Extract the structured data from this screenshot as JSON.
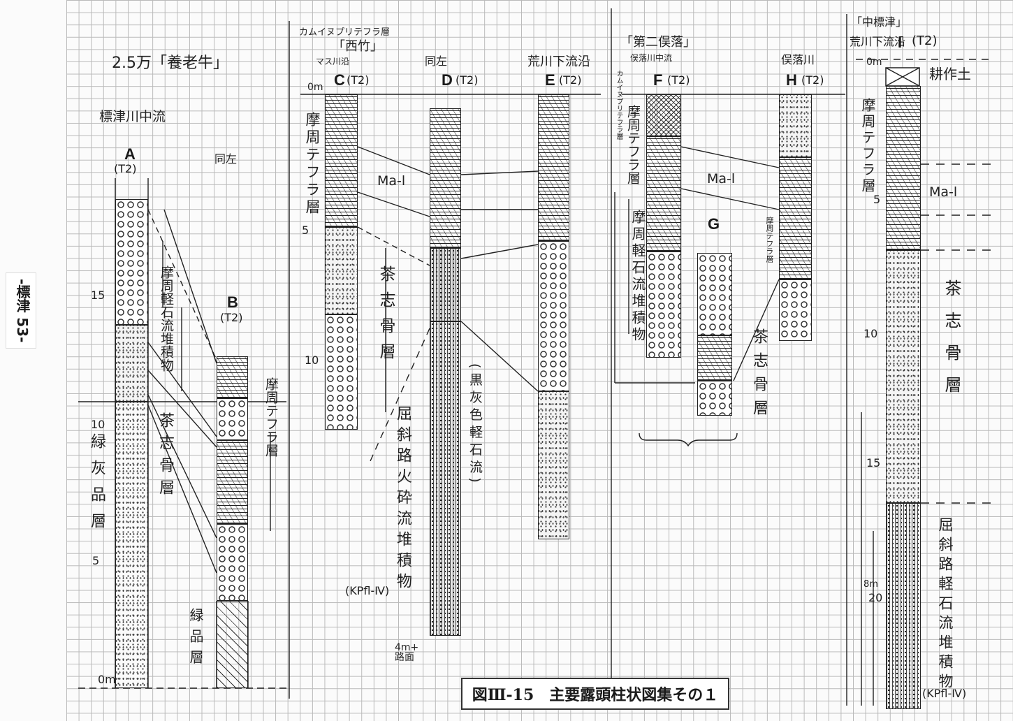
{
  "side_tag": "-標津 53-",
  "caption": "図Ⅲ-15　主要露頭柱状図集その１",
  "section_a": {
    "header_top": "2.5万「養老牛」",
    "header_sub": "標津川中流",
    "same_left": "同左",
    "col_a": {
      "label": "A",
      "code": "(T2)"
    },
    "col_b": {
      "label": "B",
      "code": "(T2)"
    },
    "depth_15": "15",
    "depth_10": "10",
    "depth_5": "5",
    "depth_0": "0m",
    "unit_mashu_pumice": "摩周軽石流堆積物",
    "unit_mashu_tephra": "摩周テフラ層",
    "unit_chashi": "茶志骨層",
    "unit_shikoku_a": "緑灰品層",
    "unit_shikoku_b": "緑品層"
  },
  "section_b": {
    "note_kamui": "カムイヌプリテフラ層",
    "note_nishitake": "「西竹」",
    "note_masu": "マス川沿",
    "col_c": {
      "label": "C",
      "code": "(T2)"
    },
    "col_d": {
      "label": "D",
      "code": "(T2)"
    },
    "col_e": {
      "label": "E",
      "code": "(T2)"
    },
    "same_left": "同左",
    "note_arakawa": "荒川下流沿",
    "depth_0": "0m",
    "depth_5": "5",
    "depth_10": "10",
    "unit_mashu_tephra": "摩周テフラ層",
    "marker_mal": "Ma-l",
    "unit_chashi": "茶志骨層",
    "unit_kussharo": "屈斜路火砕流堆積物",
    "unit_kpfl_code": "(KPfl-Ⅳ)",
    "unit_black_pumice": "(黒灰色軽石流)",
    "road_note": "4m+ 路面"
  },
  "section_c": {
    "note_daini": "「第二俣落」",
    "note_daini_sub": "俣落川中流",
    "note_kamui": "カムイヌプリテフラ層",
    "col_f": {
      "label": "F",
      "code": "(T2)"
    },
    "col_g": {
      "label": "G"
    },
    "col_h": {
      "label": "H",
      "code": "(T2)"
    },
    "note_mataochi": "俣落川",
    "marker_mal": "Ma-l",
    "unit_mashu_tephra": "摩周テフラ層",
    "unit_mashu_pumice": "摩周軽石流堆積物",
    "unit_chashi": "茶志骨層",
    "unit_mashu_side": "摩周テフラ層"
  },
  "section_d": {
    "note_nakashibetsu": "「中標津」",
    "note_arakawa": "荒川下流沿",
    "col_i": {
      "label": "I",
      "code": "(T2)"
    },
    "depth_0": "0m",
    "depth_5": "5",
    "depth_10": "10",
    "depth_15": "15",
    "depth_20": "20",
    "depth_8m": "8m",
    "unit_topsoil": "耕作土",
    "unit_mashu_tephra": "摩周テフラ層",
    "marker_mal": "Ma-l",
    "unit_chashi": "茶志骨層",
    "unit_kussharo": "屈斜路軽石流堆積物",
    "unit_kpfl_code": "(KPfl-Ⅳ)"
  }
}
